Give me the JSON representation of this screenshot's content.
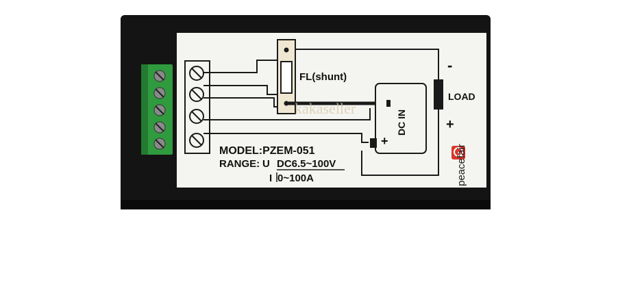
{
  "shunt_label": "FL(shunt)",
  "load_label": "LOAD",
  "minus_sign": "-",
  "plus_sign": "+",
  "dc_in_label": "DC IN",
  "dc_in_plus": "+",
  "model_line": "MODEL:PZEM-051",
  "range_label": "RANGE:",
  "range_u_symbol": "U",
  "range_u_value": "DC6.5~100V",
  "range_i_symbol": "I",
  "range_i_value": "0~100A",
  "brand_name": "peacefair",
  "watermark_text": "kakaseller",
  "colors": {
    "housing": "#141414",
    "label_panel": "#f4f4f0",
    "terminal_green": "#2f9a3e",
    "wire": "#1a1a1a",
    "brand_red": "#d8372b"
  }
}
